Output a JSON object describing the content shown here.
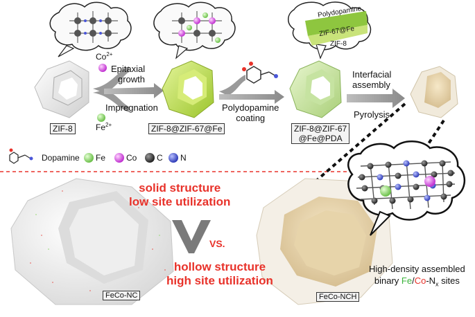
{
  "step_labels": {
    "zif8": "ZIF-8",
    "zif8_zif67_fe": "ZIF-8@ZIF-67@Fe",
    "zif8_pda_line1": "ZIF-8@ZIF-67",
    "zif8_pda_line2": "@Fe@PDA"
  },
  "arrow_labels": {
    "co_ion": "Co",
    "co_charge": "2+",
    "epitaxial_line1": "Epitaxial",
    "epitaxial_line2": "growth",
    "impregnation": "Impregnation",
    "fe_ion": "Fe",
    "fe_charge": "2+",
    "pda_line1": "Polydopamine",
    "pda_line2": "coating",
    "interfacial_line1": "Interfacial",
    "interfacial_line2": "assembly",
    "pyrolysis": "Pyrolysis"
  },
  "shell_labels": {
    "polydopamine": "Polydopamine",
    "zif67fe": "ZIF-67@Fe",
    "zif8": "ZIF-8"
  },
  "legend": {
    "dopamine": "Dopamine",
    "fe": "Fe",
    "co": "Co",
    "c": "C",
    "n": "N"
  },
  "comparison": {
    "solid_line1": "solid structure",
    "solid_line2": "low site utilization",
    "vs": "VS.",
    "hollow_line1": "hollow structure",
    "hollow_line2": "high site utilization"
  },
  "products": {
    "fecon_nc": "FeCo-NC",
    "fecon_nch": "FeCo-NCH"
  },
  "sites_caption": {
    "line1": "High-density assembled",
    "line2_prefix": "binary ",
    "fe": "Fe",
    "slash": "/",
    "co": "Co",
    "suffix": "-N",
    "subscript": "x",
    "line2_end": " sites"
  },
  "colors": {
    "fe": "#8fd86a",
    "co": "#d94be0",
    "c": "#3a3a3a",
    "n": "#4a56d8",
    "red_text": "#e8322a",
    "shell_green": "#b9dc3a",
    "pda_green": "#8ec63f"
  }
}
